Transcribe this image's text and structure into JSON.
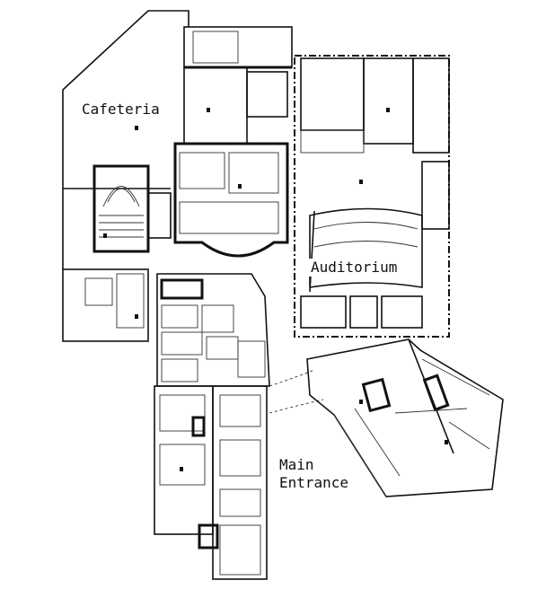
{
  "labels": {
    "cafeteria": "Cafeteria",
    "auditorium": "Auditorium",
    "main_entrance_line1": "Main",
    "main_entrance_line2": "Entrance"
  }
}
